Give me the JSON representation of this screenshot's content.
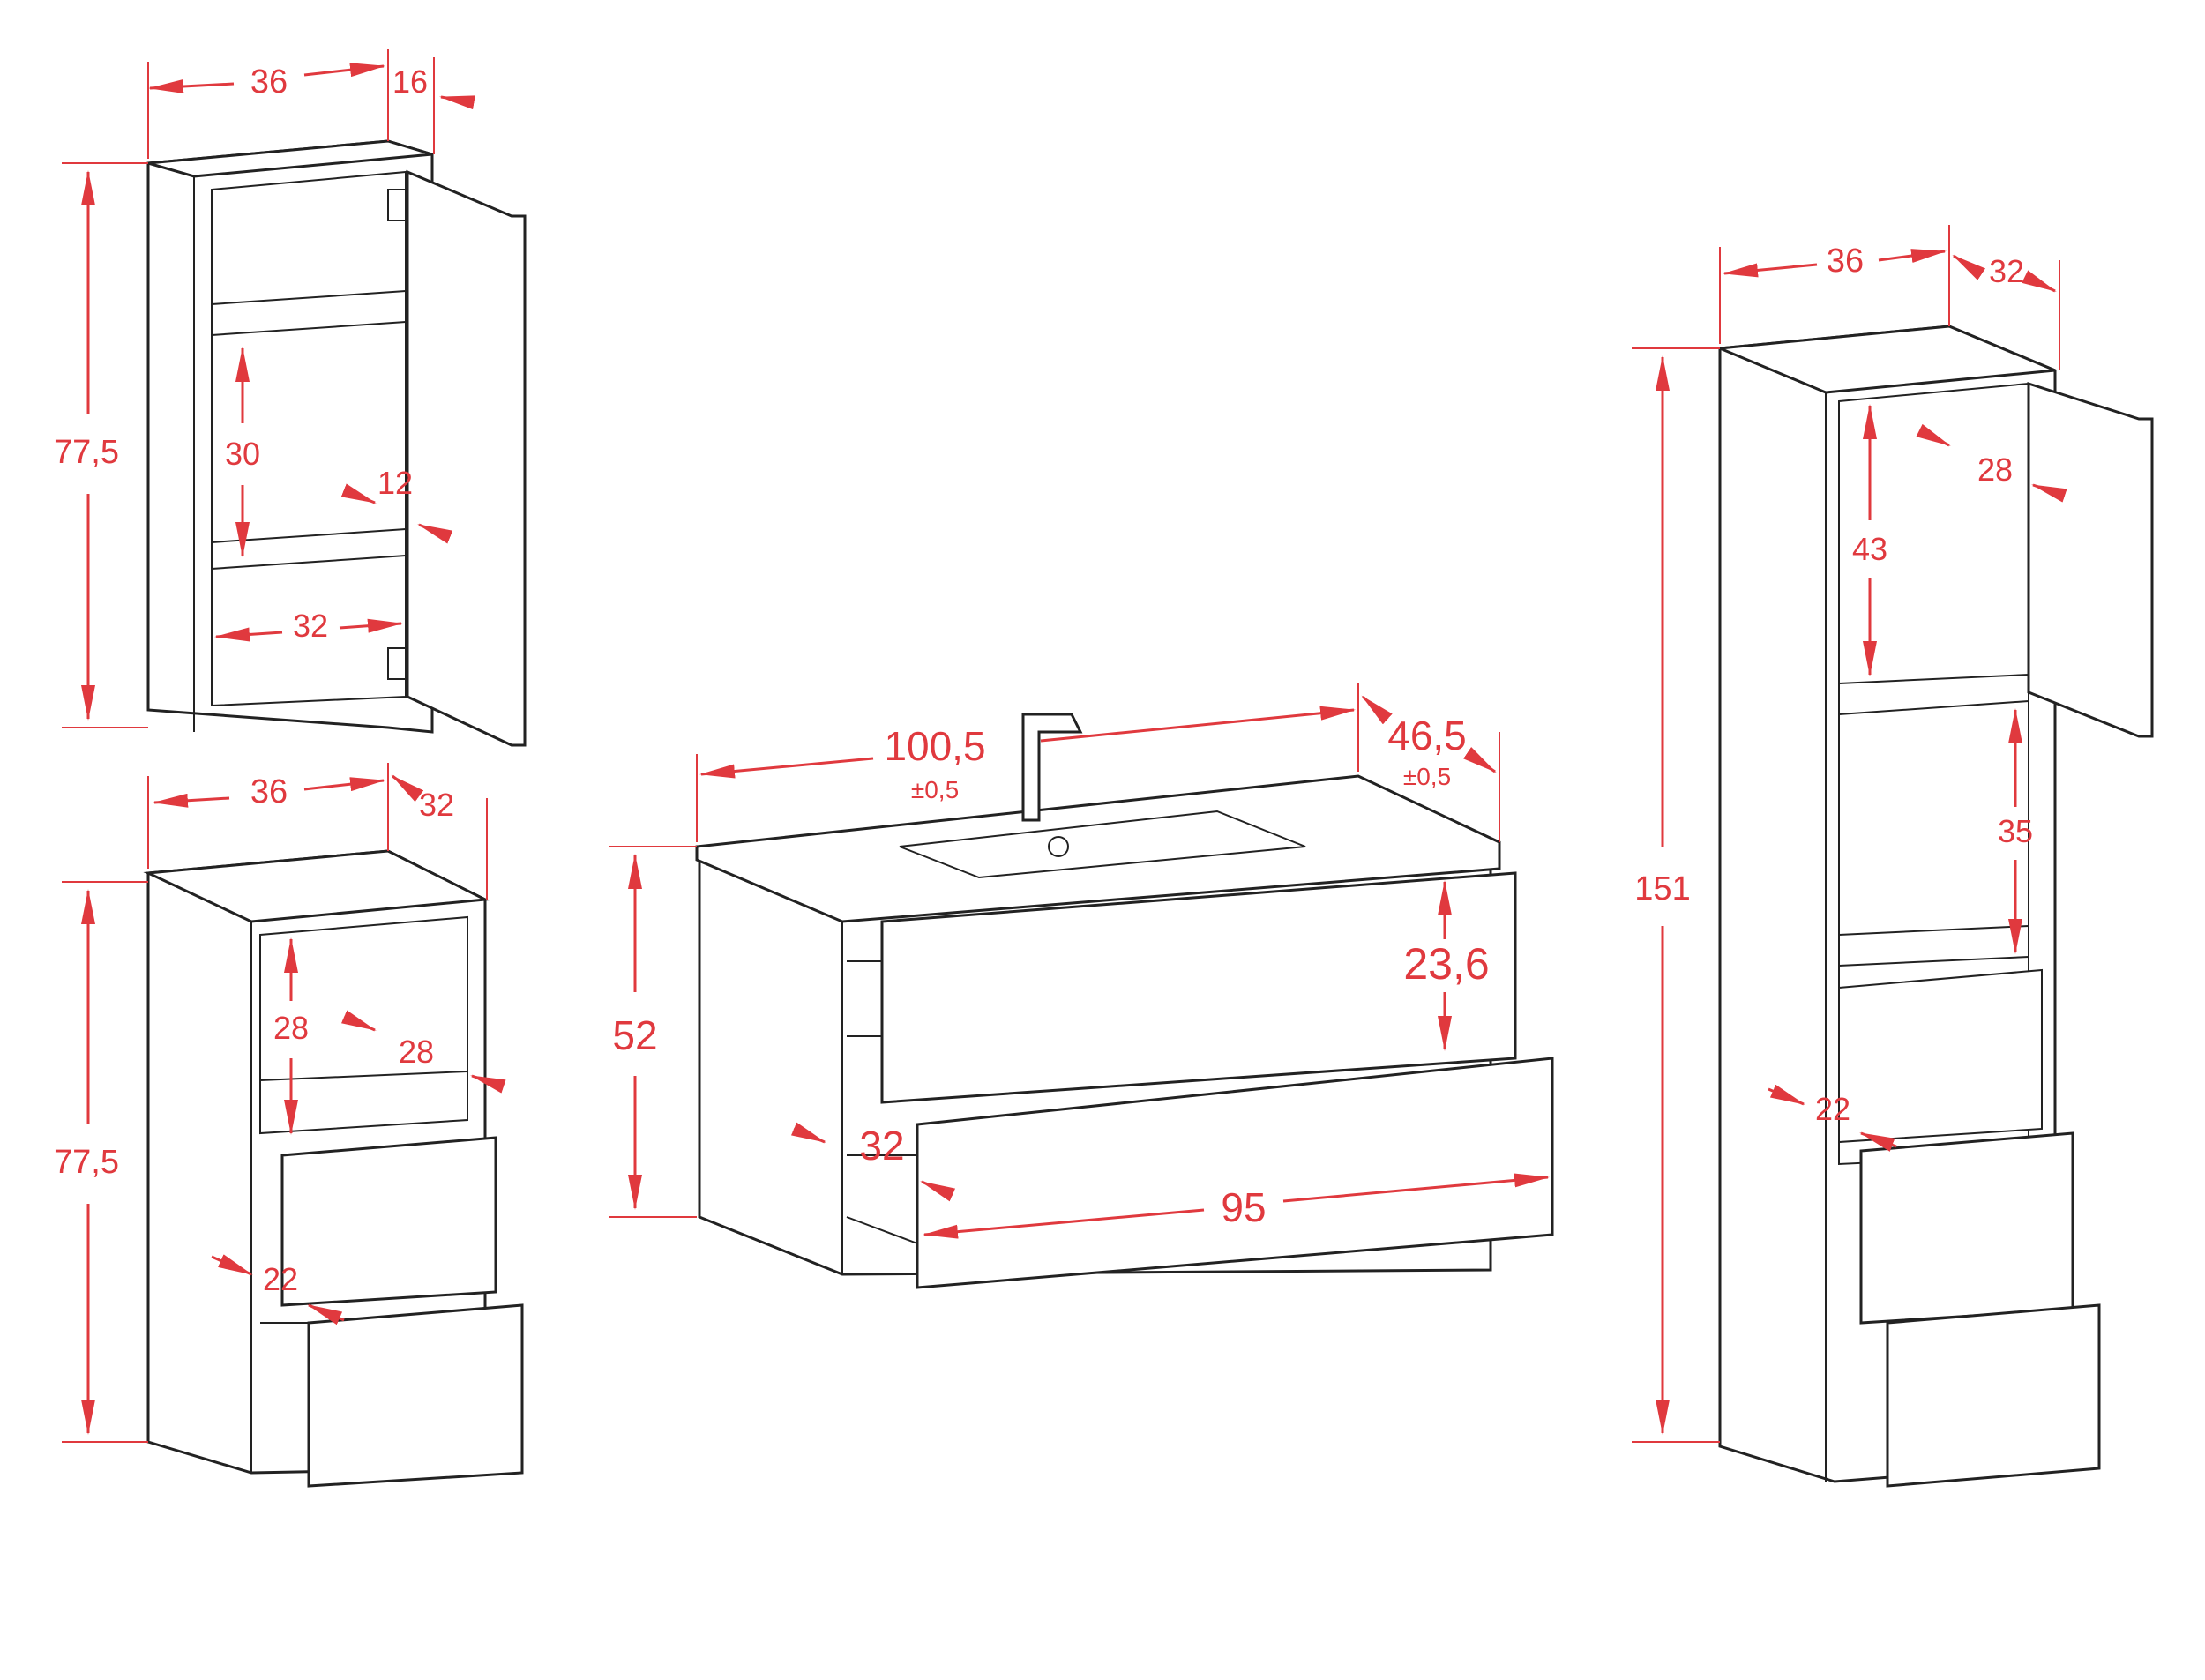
{
  "colors": {
    "dimension": "#e0393e",
    "outline": "#222222",
    "background": "#ffffff"
  },
  "wall_cabinet": {
    "width": "36",
    "depth": "16",
    "height": "77,5",
    "shelf_gap": "30",
    "inset": "12",
    "inner_width": "32"
  },
  "base_cabinet": {
    "width": "36",
    "depth": "32",
    "height": "77,5",
    "shelf_gap": "28",
    "shelf_depth": "28",
    "drawer_inset": "22"
  },
  "vanity": {
    "width": "100,5",
    "width_tol": "±0,5",
    "depth": "46,5",
    "depth_tol": "±0,5",
    "height": "52",
    "drawer_height": "23,6",
    "drawer_depth": "32",
    "drawer_width": "95"
  },
  "tall_cabinet": {
    "width": "36",
    "depth": "32",
    "height": "151",
    "shelf_depth": "28",
    "upper_gap": "43",
    "lower_gap": "35",
    "drawer_inset": "22"
  }
}
